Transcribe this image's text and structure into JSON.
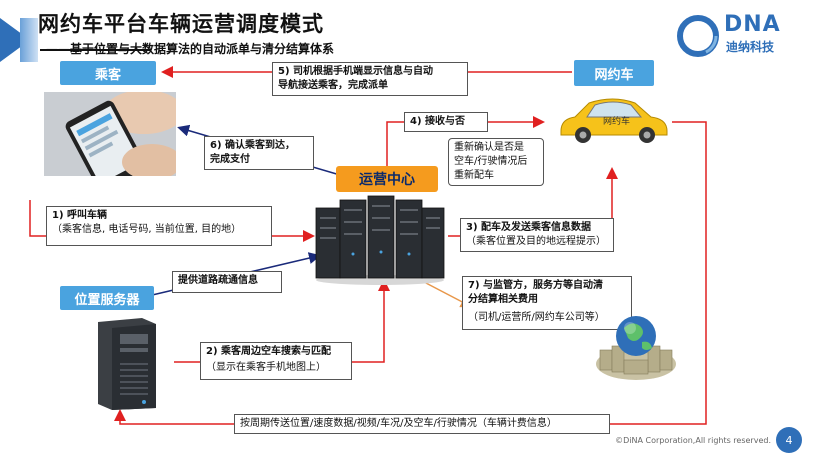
{
  "title": "网约车平台车辆运营调度模式",
  "subtitle": "——基于位置与大数据算法的自动派单与清分结算体系",
  "logo": {
    "mark": "DNA",
    "name": "迪纳科技"
  },
  "nodes": {
    "passenger": "乘客",
    "car": "网约车",
    "car_text": "网约车",
    "ops_center": "运营中心",
    "location_server": "位置服务器"
  },
  "notes": {
    "n5_line1": "5) 司机根据手机端显示信息与自动",
    "n5_line2": "导航接送乘客，完成派单",
    "n4": "4) 接收与否",
    "n6_line1": "6) 确认乘客到达，",
    "n6_line2": "完成支付",
    "recheck_line1": "重新确认是否是",
    "recheck_line2": "空车/行驶情况后",
    "recheck_line3": "重新配车",
    "n1_line1": "1) 呼叫车辆",
    "n1_line2": "（乘客信息, 电话号码, 当前位置, 目的地）",
    "n3_line1": "3) 配车及发送乘客信息数据",
    "n3_line2": "（乘客位置及目的地远程提示）",
    "road_info": "提供道路疏通信息",
    "n7_line1": "7) 与监管方，服务方等自动清",
    "n7_line2": "分结算相关费用",
    "n7_line3": "（司机/运营所/网约车公司等）",
    "n2_line1": "2) 乘客周边空车搜索与匹配",
    "n2_line2": "（显示在乘客手机地图上）",
    "bottom": "按周期传送位置/速度数据/视频/车况/及空车/行驶情况（车辆计费信息）"
  },
  "footer": "©DiNA Corporation,All rights reserved.",
  "page_number": "4",
  "colors": {
    "accent": "#2f6fb8",
    "node_blue": "#4aa3df",
    "ops_orange": "#f59b1e",
    "arrow_red": "#e02020",
    "arrow_navy": "#1a2a7a",
    "arrow_orange": "#e8974a"
  }
}
